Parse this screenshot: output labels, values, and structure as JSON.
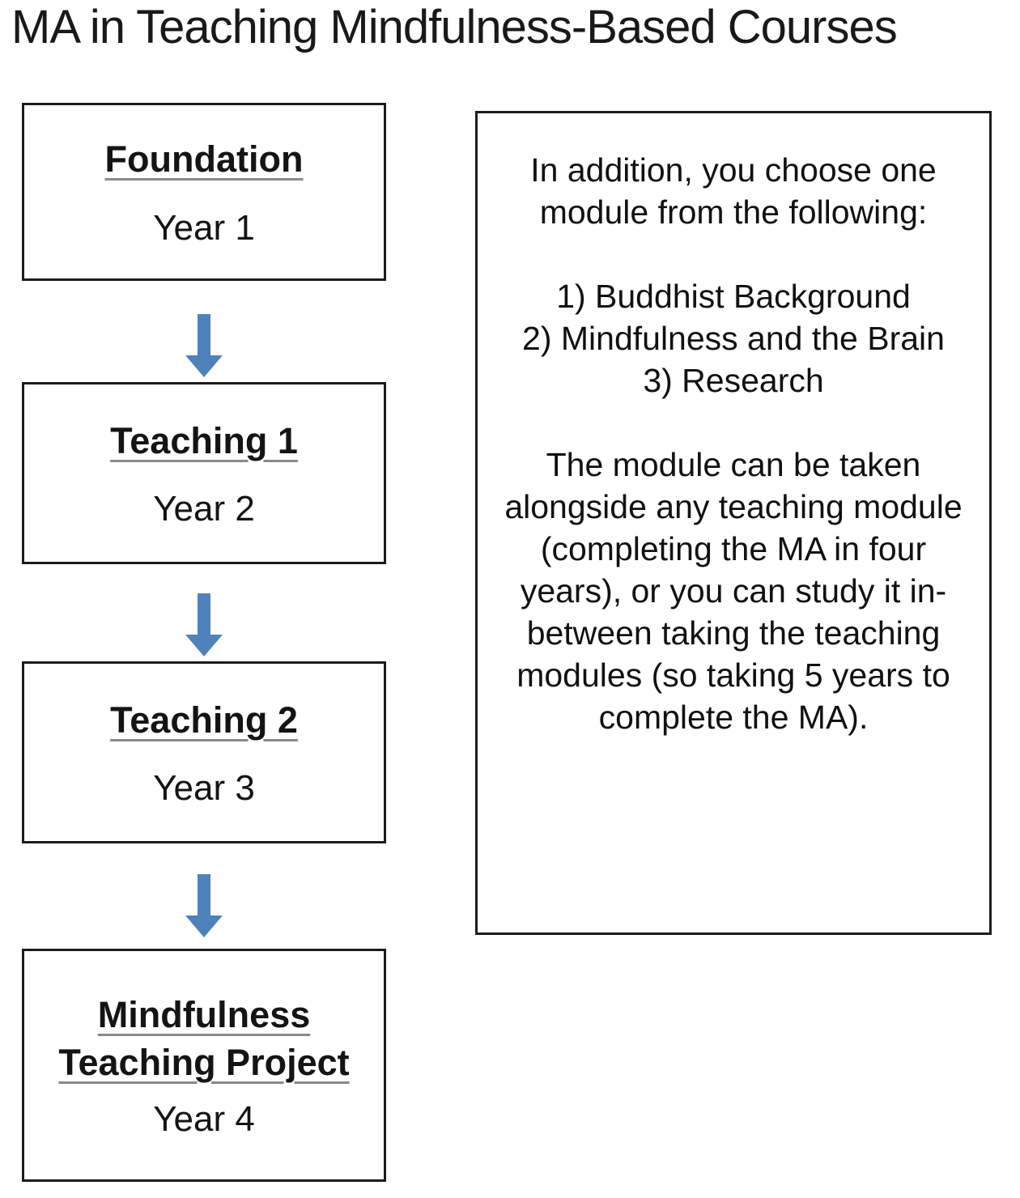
{
  "title": "MA in Teaching Mindfulness-Based Courses",
  "flow": {
    "boxes": [
      {
        "heading": "Foundation",
        "year": "Year 1"
      },
      {
        "heading": "Teaching 1",
        "year": "Year 2"
      },
      {
        "heading": "Teaching 2",
        "year": "Year 3"
      },
      {
        "heading": "Mindfulness Teaching Project",
        "year": "Year 4"
      }
    ]
  },
  "info_panel": {
    "intro": "In addition, you choose one module from the following:",
    "options": [
      "1) Buddhist Background",
      "2) Mindfulness and the Brain",
      "3) Research"
    ],
    "note": "The module can be taken alongside any teaching module (completing the MA in four years), or you can study it in-between taking the teaching modules (so taking 5 years to complete the MA)."
  },
  "colors": {
    "arrow": "#4f81bd"
  }
}
